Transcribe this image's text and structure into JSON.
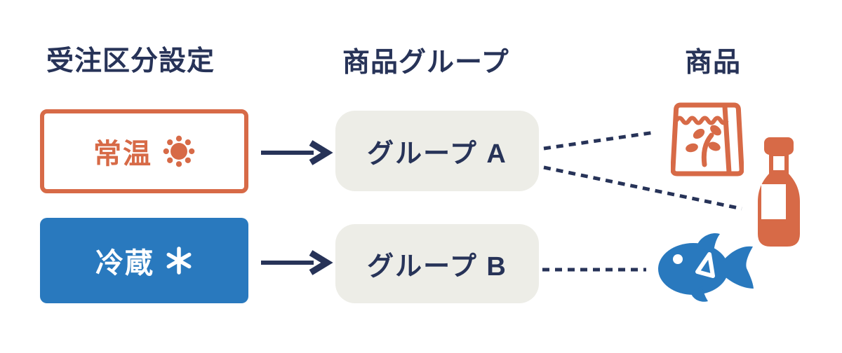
{
  "colors": {
    "navy": "#273358",
    "orange": "#D76A47",
    "blue": "#2979BE",
    "group_bg": "#EDEDE7",
    "background": "#FFFFFF"
  },
  "headers": {
    "order_type": "受注区分設定",
    "product_group": "商品グループ",
    "product": "商品"
  },
  "order_types": {
    "normal": {
      "label": "常温",
      "icon": "sun-icon",
      "style": "orange-outline"
    },
    "chilled": {
      "label": "冷蔵",
      "icon": "snowflake-asterisk-icon",
      "style": "blue-filled"
    }
  },
  "groups": {
    "a": {
      "label": "グループ A"
    },
    "b": {
      "label": "グループ B"
    }
  },
  "products": {
    "bag": {
      "icon": "packaged-food-bag-icon",
      "color": "#D76A47"
    },
    "bottle": {
      "icon": "bottle-icon",
      "color": "#D76A47"
    },
    "fish": {
      "icon": "fish-icon",
      "color": "#2979BE"
    }
  },
  "connections": [
    {
      "from": "常温",
      "to": "グループ A",
      "style": "solid-arrow"
    },
    {
      "from": "冷蔵",
      "to": "グループ B",
      "style": "solid-arrow"
    },
    {
      "from": "グループ A",
      "to": "packaged-food-bag",
      "style": "dotted-line"
    },
    {
      "from": "グループ A",
      "to": "bottle",
      "style": "dotted-line"
    },
    {
      "from": "グループ B",
      "to": "fish",
      "style": "dotted-line"
    }
  ]
}
